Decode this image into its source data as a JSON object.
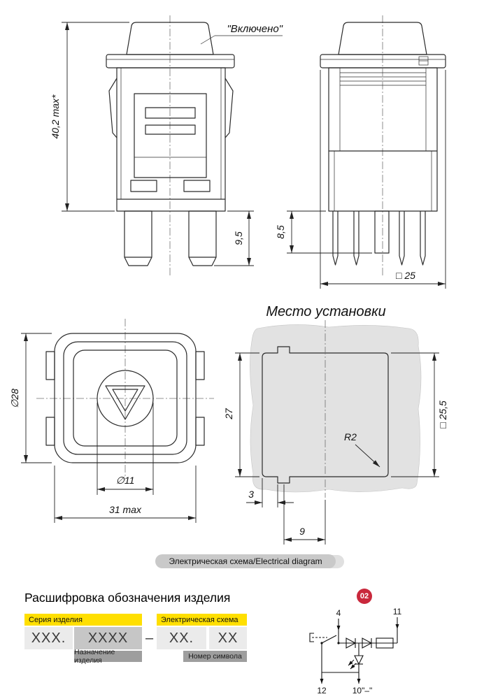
{
  "top": {
    "on_label": "\"Включено\"",
    "dim_height": "40,2 max*",
    "dim_pin_front": "9,5",
    "dim_pin_side": "8,5",
    "dim_body": "□ 25"
  },
  "face": {
    "dim_d28": "∅28",
    "dim_d11": "∅11",
    "dim_width": "31 max"
  },
  "install": {
    "title": "Место установки",
    "dim_h": "27",
    "dim_square": "□ 25,5",
    "radius": "R2",
    "dim_3": "3",
    "dim_9": "9"
  },
  "banner": {
    "label": "Электрическая схема/Electrical diagram"
  },
  "decode": {
    "title": "Расшифровка обозначения изделия",
    "series_label": "Серия изделия",
    "schema_label": "Электрическая схема",
    "series_value": "XXX.",
    "purpose_value": "XXXX",
    "dash": "–",
    "schema_value": "XX.",
    "symbol_value": "XX",
    "purpose_label": "Назначение изделия",
    "symbol_label": "Номер символа"
  },
  "badge": {
    "number": "02"
  },
  "schematic": {
    "pin_top_left": "4",
    "pin_top_right": "11",
    "pin_bottom_left": "12",
    "pin_bottom_mid": "10\"–\""
  },
  "colors": {
    "accent_yellow": "#ffdf00",
    "label_gray": "#9e9e9e",
    "value_gray_light": "#ebebeb",
    "value_gray_dark": "#c6c6c6",
    "badge_red": "#c9283c",
    "banner_gray": "#c9c9c9",
    "panel_shade": "#e2e2e2",
    "line": "#2b2b2b"
  }
}
